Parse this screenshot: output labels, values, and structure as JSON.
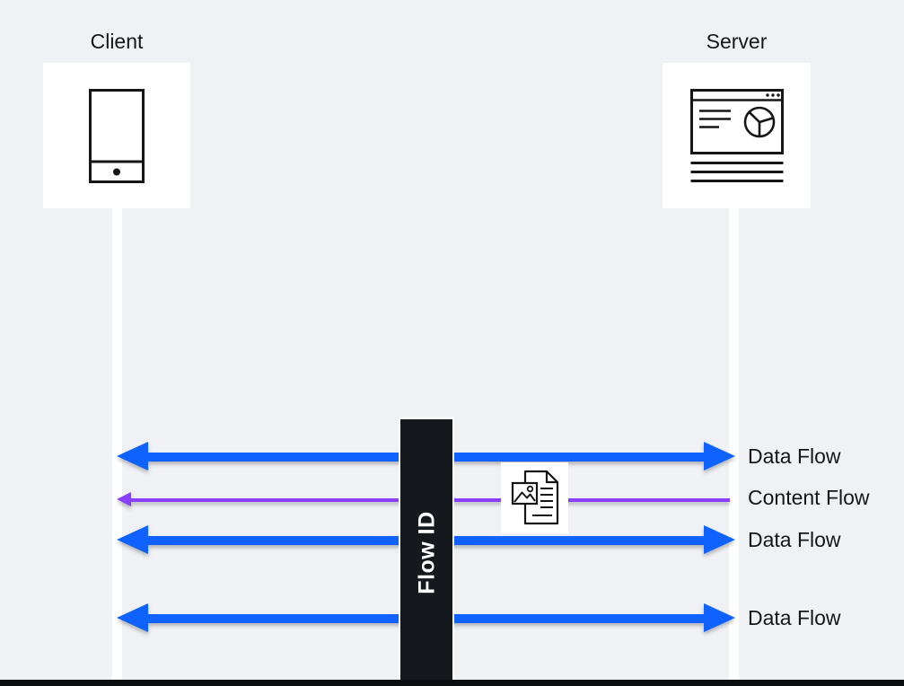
{
  "theme": {
    "background": "#eff1f5",
    "surface": "#ffffff",
    "ink": "#161616",
    "lifeline_color": "#ffffff",
    "data_flow_color": "#0f62fe",
    "content_flow_color": "#8a3ffc",
    "flow_bar_color": "#15181d",
    "bottom_bar_color": "#0b0c0f"
  },
  "diagram": {
    "actors": [
      {
        "id": "client",
        "label": "Client",
        "icon": "mobile-device-icon"
      },
      {
        "id": "server",
        "label": "Server",
        "icon": "browser-window-icon"
      }
    ],
    "flow_bar": {
      "label": "Flow ID"
    },
    "arrows": [
      {
        "label": "Data Flow",
        "type": "data",
        "direction": "bidirectional",
        "color": "#0f62fe"
      },
      {
        "label": "Content Flow",
        "type": "content",
        "direction": "server-to-client",
        "color": "#8a3ffc",
        "icon": "image-document-icon"
      },
      {
        "label": "Data Flow",
        "type": "data",
        "direction": "bidirectional",
        "color": "#0f62fe"
      },
      {
        "label": "Data Flow",
        "type": "data",
        "direction": "bidirectional",
        "color": "#0f62fe"
      }
    ]
  }
}
